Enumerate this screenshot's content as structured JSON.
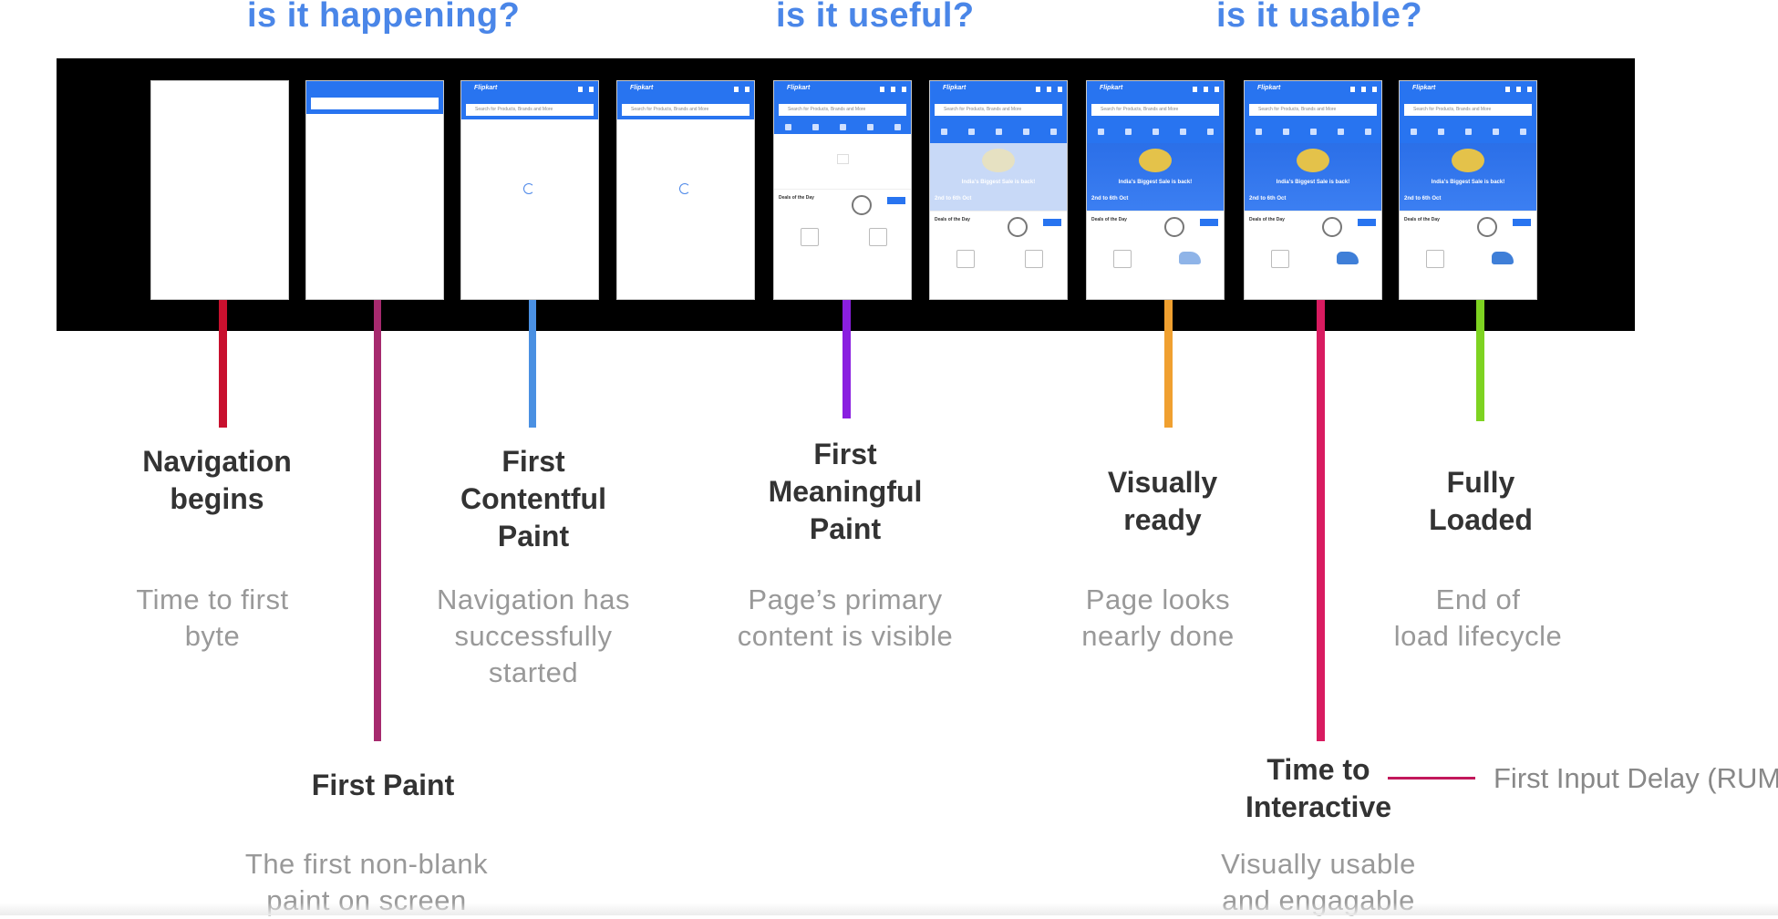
{
  "questions": [
    "is it happening?",
    "is it useful?",
    "is it usable?"
  ],
  "phone": {
    "brand": "Flipkart",
    "search_placeholder": "Search for Products, Brands and More",
    "banner_text": "India's Biggest Sale is back!",
    "banner_date": "2nd to 6th Oct",
    "deals_title": "Deals of the Day"
  },
  "milestones": [
    {
      "title_lines": [
        "Navigation",
        "begins"
      ],
      "desc_lines": [
        "Time to first",
        "byte"
      ],
      "color": "#c8102e"
    },
    {
      "title_lines": [
        "First Paint"
      ],
      "desc_lines": [
        "The first non-blank",
        "paint on screen"
      ],
      "color": "#a62a6e"
    },
    {
      "title_lines": [
        "First",
        "Contentful",
        "Paint"
      ],
      "desc_lines": [
        "Navigation has",
        "successfully",
        "started"
      ],
      "color": "#4a90e2"
    },
    {
      "title_lines": [
        "First",
        "Meaningful",
        "Paint"
      ],
      "desc_lines": [
        "Page’s primary",
        "content is visible"
      ],
      "color": "#8a1fe0"
    },
    {
      "title_lines": [
        "Visually",
        "ready"
      ],
      "desc_lines": [
        "Page looks",
        "nearly done"
      ],
      "color": "#f0a030"
    },
    {
      "title_lines": [
        "Time to",
        "Interactive"
      ],
      "desc_lines": [
        "Visually usable",
        "and engagable"
      ],
      "color": "#d81b60"
    },
    {
      "title_lines": [
        "Fully",
        "Loaded"
      ],
      "desc_lines": [
        "End of",
        "load lifecycle"
      ],
      "color": "#7ed321"
    }
  ],
  "fid_label": "First Input Delay (RUM)"
}
